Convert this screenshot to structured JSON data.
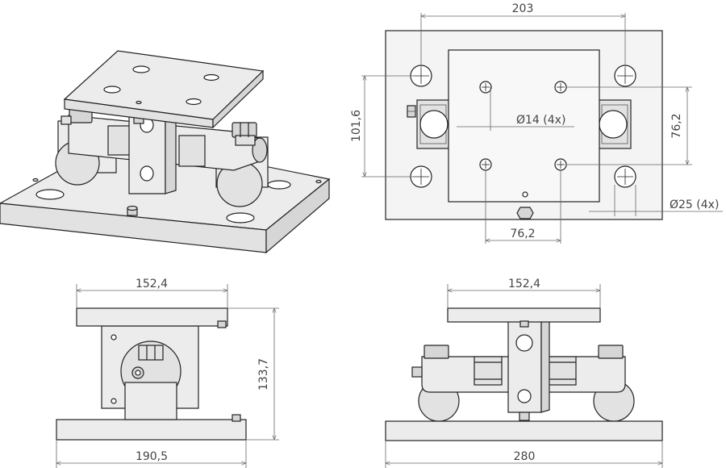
{
  "views": {
    "top": {
      "dim_width": "203",
      "dim_height": "101,6",
      "dim_small_hole": "Ø14 (4x)",
      "dim_inner_vertical": "76,2",
      "dim_big_hole": "Ø25 (4x)",
      "dim_inner_horizontal": "76,2"
    },
    "side": {
      "dim_top_plate": "152,4",
      "dim_height": "133,7",
      "dim_base": "190,5"
    },
    "front": {
      "dim_top_plate": "152,4",
      "dim_base": "280"
    }
  },
  "colors": {
    "line": "#222222",
    "dimension": "#666666",
    "fill": "#ececec"
  }
}
